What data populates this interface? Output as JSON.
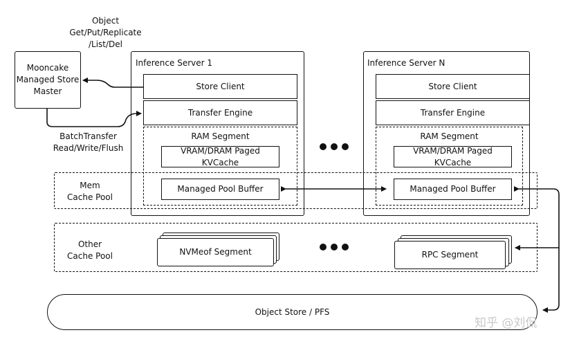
{
  "object_ops": {
    "line1": "Object",
    "line2": "Get/Put/Replicate",
    "line3": "/List/Del"
  },
  "master": {
    "line1": "Mooncake",
    "line2": "Managed Store",
    "line3": "Master"
  },
  "batch_transfer": {
    "line1": "BatchTransfer",
    "line2": "Read/Write/Flush"
  },
  "server1": {
    "title": "Inference Server 1",
    "store_client": "Store Client",
    "transfer_engine": "Transfer Engine",
    "ram_segment": "RAM Segment",
    "kvcache": "VRAM/DRAM Paged KVCache",
    "pool_buffer": "Managed Pool Buffer"
  },
  "serverN": {
    "title": "Inference Server N",
    "store_client": "Store Client",
    "transfer_engine": "Transfer Engine",
    "ram_segment": "RAM Segment",
    "kvcache": "VRAM/DRAM Paged KVCache",
    "pool_buffer": "Managed Pool Buffer"
  },
  "mem_pool": {
    "line1": "Mem",
    "line2": "Cache Pool"
  },
  "other_pool": {
    "line1": "Other",
    "line2": "Cache Pool"
  },
  "nvmeof": "NVMeof Segment",
  "rpc": "RPC Segment",
  "object_store": "Object Store / PFS",
  "watermark": "知乎 @刘侃"
}
